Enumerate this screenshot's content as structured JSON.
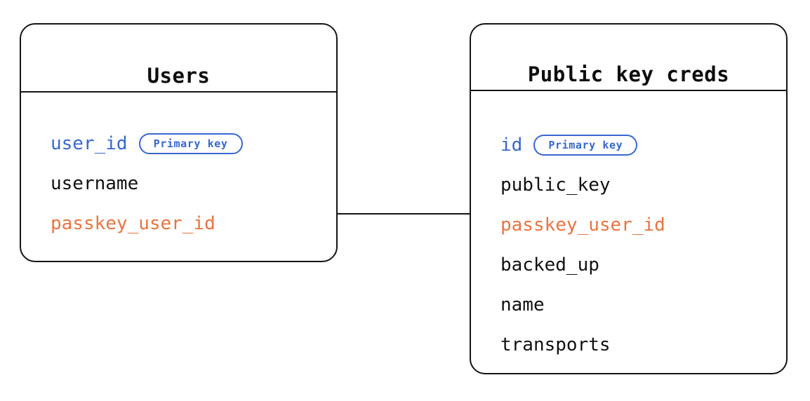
{
  "diagram": {
    "type": "entity-relationship",
    "background_color": "#ffffff",
    "colors": {
      "border": "#141414",
      "text": "#111111",
      "primary_key": "#3668d0",
      "relation_key": "#ea7440"
    },
    "entities": [
      {
        "id": "users",
        "title": "Users",
        "fields": [
          {
            "name": "user_id",
            "role": "key",
            "badge": "Primary key"
          },
          {
            "name": "username",
            "role": "plain",
            "badge": null
          },
          {
            "name": "passkey_user_id",
            "role": "relation",
            "badge": null
          }
        ]
      },
      {
        "id": "public_key_creds",
        "title": "Public key creds",
        "fields": [
          {
            "name": "id",
            "role": "key",
            "badge": "Primary key"
          },
          {
            "name": "public_key",
            "role": "plain",
            "badge": null
          },
          {
            "name": "passkey_user_id",
            "role": "relation",
            "badge": null
          },
          {
            "name": "backed_up",
            "role": "plain",
            "badge": null
          },
          {
            "name": "name",
            "role": "plain",
            "badge": null
          },
          {
            "name": "transports",
            "role": "plain",
            "badge": null
          }
        ]
      }
    ],
    "relationships": [
      {
        "from_entity": "users",
        "from_field": "passkey_user_id",
        "to_entity": "public_key_creds",
        "to_field": "passkey_user_id",
        "style": "straight-line"
      }
    ]
  }
}
